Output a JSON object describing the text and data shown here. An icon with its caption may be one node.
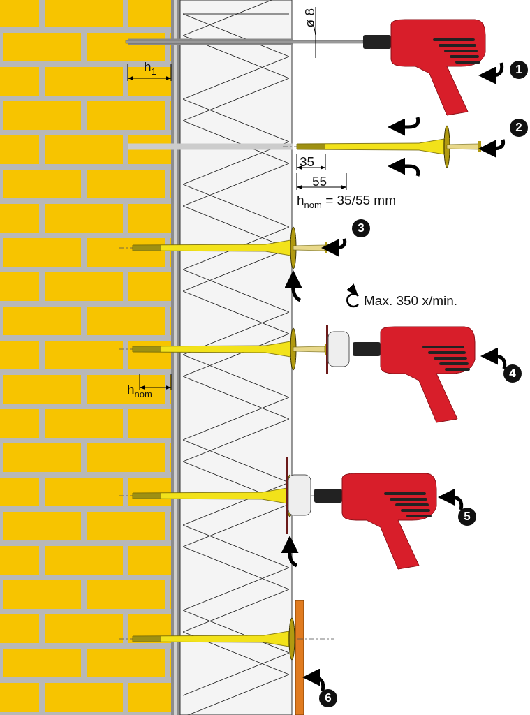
{
  "diagram": {
    "labels": [
      "ø 8",
      "h$_{1}$",
      "1",
      "2",
      "35",
      "55",
      "h$_{nom}$ = 35/55 mm",
      "3",
      "Max. 350 x/min.",
      "4",
      "h$_{nom}$",
      "5",
      "6"
    ]
  }
}
